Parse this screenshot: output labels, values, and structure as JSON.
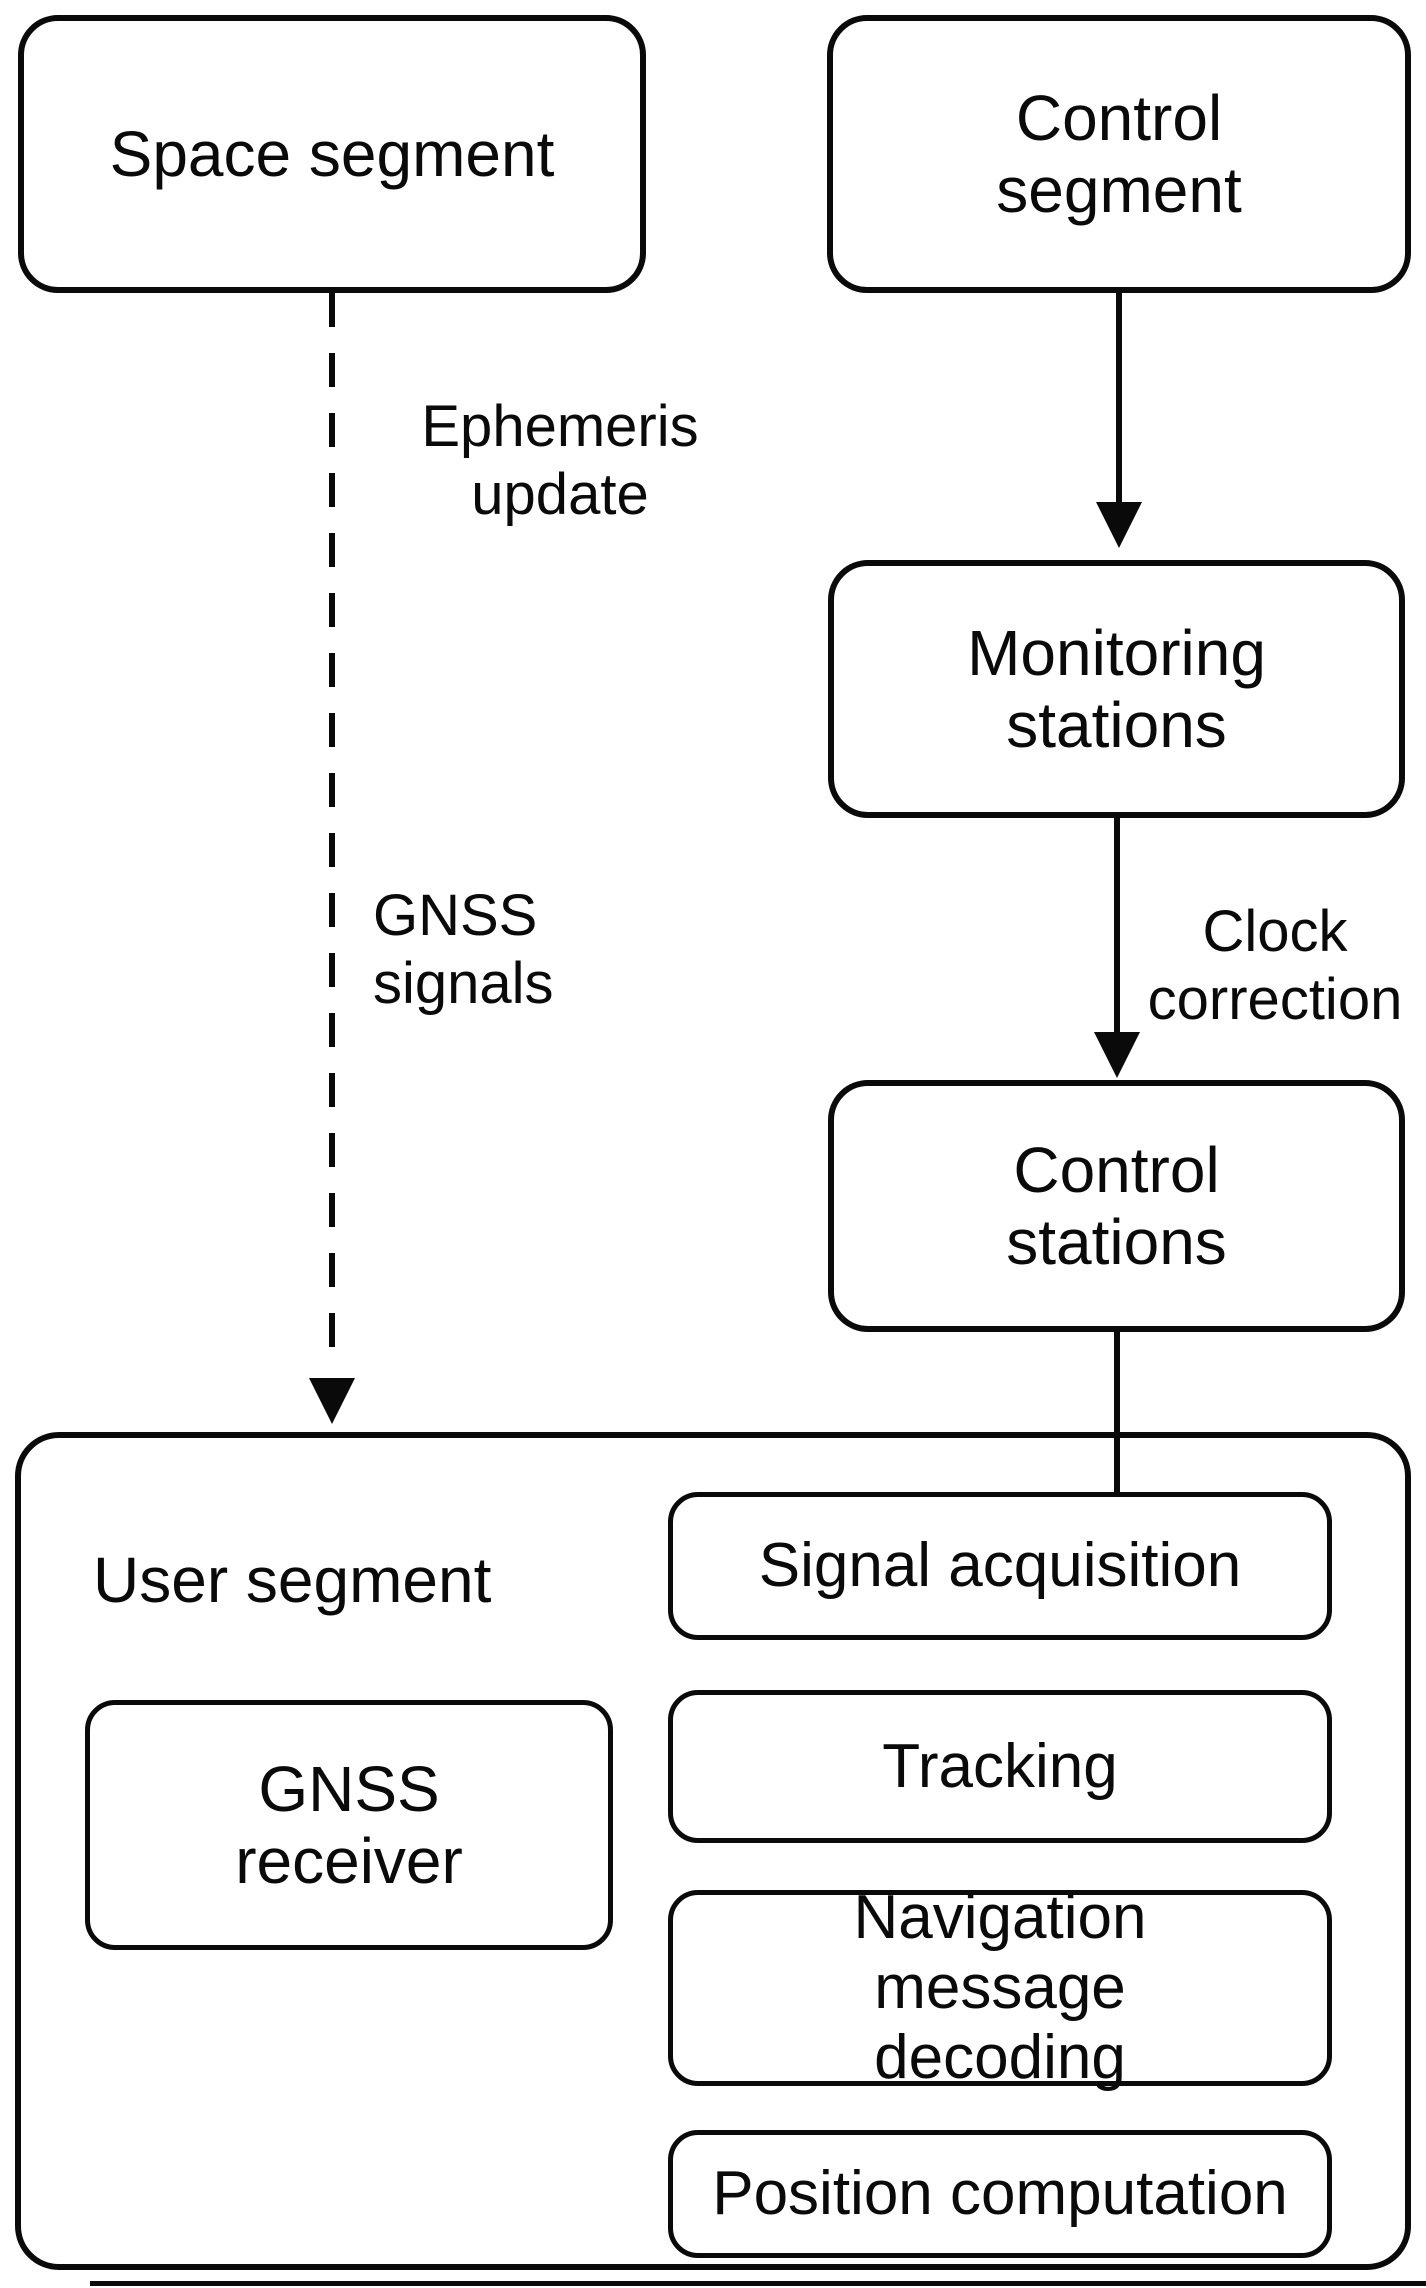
{
  "colors": {
    "line": "#0a0a0a",
    "background": "#ffffff"
  },
  "nodes": {
    "space_segment": {
      "label": "Space segment"
    },
    "control_segment": {
      "label": "Control segment"
    },
    "monitoring_stations": {
      "label": "Monitoring stations"
    },
    "control_stations": {
      "label": "Control stations"
    },
    "user_segment": {
      "label": "User segment"
    },
    "gnss_receiver": {
      "label": "GNSS receiver"
    },
    "signal_acquisition": {
      "label": "Signal acquisition"
    },
    "tracking": {
      "label": "Tracking"
    },
    "navigation_message_decoding": {
      "label": "Navigation message decoding"
    },
    "position_computation": {
      "label": "Position computation"
    }
  },
  "edge_labels": {
    "ephemeris_update": "Ephemeris update",
    "clock_correction": "Clock correction",
    "gnss_signals": "GNSS signals"
  }
}
